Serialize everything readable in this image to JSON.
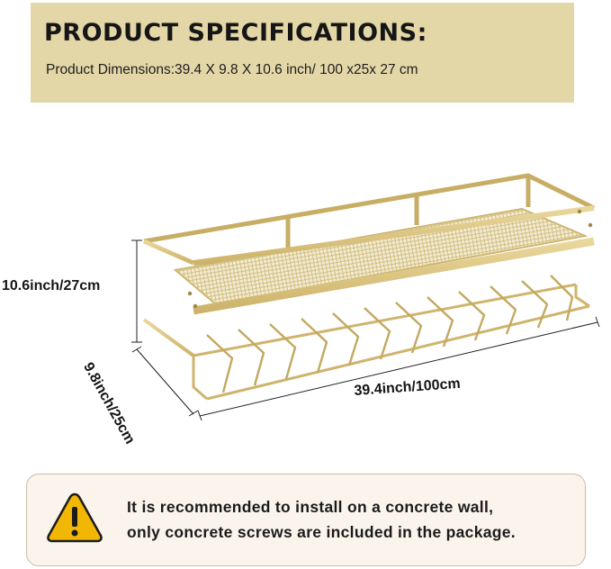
{
  "header": {
    "title": "PRODUCT SPECIFICATIONS:",
    "dimensions": "Product Dimensions:39.4 X 9.8 X 10.6 inch/ 100 x25x 27 cm",
    "background_color": "#e4d7a7"
  },
  "figure": {
    "subject": "gold metal wall-mounted wine rack with mesh shelf and glass holders",
    "frame_color": "#d8c27e",
    "height_label": "10.6inch/27cm",
    "depth_label": "9.8inch/25cm",
    "length_label": "39.4inch/100cm"
  },
  "notice": {
    "icon": "warning-icon",
    "line1": "It is recommended to install on a concrete wall,",
    "line2": "only concrete screws are included in the package.",
    "icon_color": "#f2b705",
    "border_color": "#ccb9a6"
  }
}
